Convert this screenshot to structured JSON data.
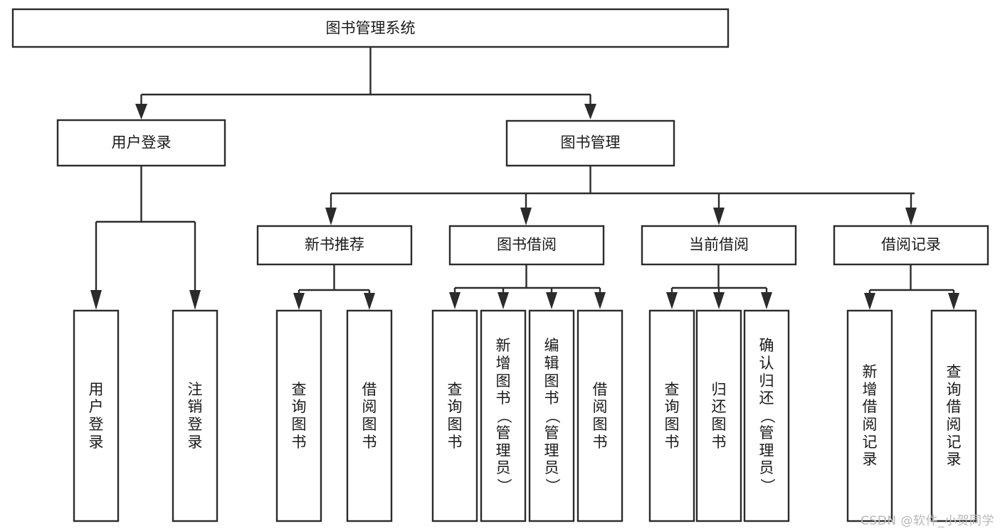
{
  "diagram": {
    "title": "图书管理系统",
    "type": "tree-hierarchy-chart",
    "orientation": "top-down",
    "colors": {
      "box_stroke": "#2b2b2b",
      "box_fill": "#ffffff",
      "text": "#1a1a1a",
      "background": "#ffffff",
      "watermark": "#b8b8b8"
    },
    "root": {
      "label": "图书管理系统"
    },
    "level2": [
      {
        "label": "用户登录"
      },
      {
        "label": "图书管理"
      }
    ],
    "level3": [
      {
        "label": "新书推荐"
      },
      {
        "label": "图书借阅"
      },
      {
        "label": "当前借阅"
      },
      {
        "label": "借阅记录"
      }
    ],
    "leaves": {
      "user_login": [
        {
          "label": "用户登录",
          "chars": [
            "用",
            "户",
            "登",
            "录"
          ]
        },
        {
          "label": "注销登录",
          "chars": [
            "注",
            "销",
            "登",
            "录"
          ]
        }
      ],
      "new_book_recommend": [
        {
          "label": "查询图书",
          "chars": [
            "查",
            "询",
            "图",
            "书"
          ]
        },
        {
          "label": "借阅图书",
          "chars": [
            "借",
            "阅",
            "图",
            "书"
          ]
        }
      ],
      "book_borrow": [
        {
          "label": "查询图书",
          "chars": [
            "查",
            "询",
            "图",
            "书"
          ]
        },
        {
          "label": "新增图书（管理员）",
          "chars": [
            "新",
            "增",
            "图",
            "书",
            "（",
            "管",
            "理",
            "员",
            "）"
          ]
        },
        {
          "label": "编辑图书（管理员）",
          "chars": [
            "编",
            "辑",
            "图",
            "书",
            "（",
            "管",
            "理",
            "员",
            "）"
          ]
        },
        {
          "label": "借阅图书",
          "chars": [
            "借",
            "阅",
            "图",
            "书"
          ]
        }
      ],
      "current_borrow": [
        {
          "label": "查询图书",
          "chars": [
            "查",
            "询",
            "图",
            "书"
          ]
        },
        {
          "label": "归还图书",
          "chars": [
            "归",
            "还",
            "图",
            "书"
          ]
        },
        {
          "label": "确认归还（管理员）",
          "chars": [
            "确",
            "认",
            "归",
            "还",
            "（",
            "管",
            "理",
            "员",
            "）"
          ]
        }
      ],
      "borrow_record": [
        {
          "label": "新增借阅记录",
          "chars": [
            "新",
            "增",
            "借",
            "阅",
            "记",
            "录"
          ]
        },
        {
          "label": "查询借阅记录",
          "chars": [
            "查",
            "询",
            "借",
            "阅",
            "记",
            "录"
          ]
        }
      ]
    },
    "watermark": "CSDN @软件_小贺同学"
  }
}
